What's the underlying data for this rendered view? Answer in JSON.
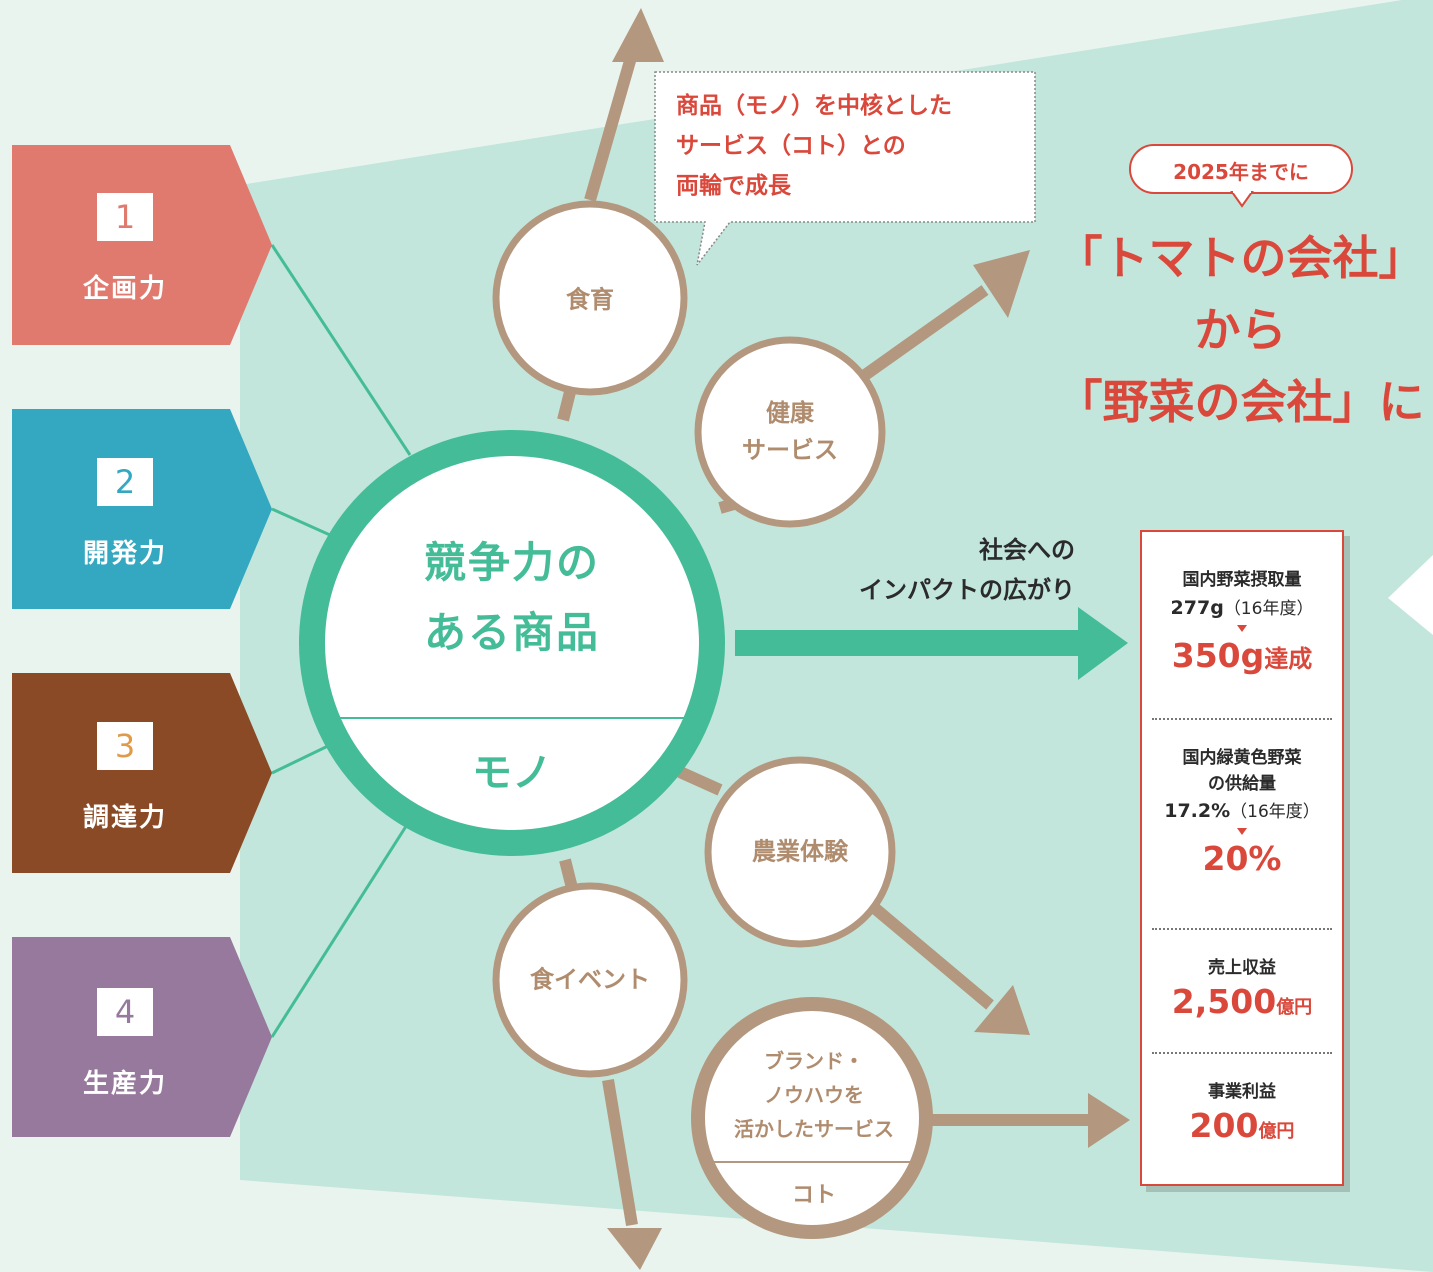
{
  "capabilities": [
    {
      "num": "1",
      "label": "企画力",
      "color": "#e07a6f",
      "num_color": "#e07a6f"
    },
    {
      "num": "2",
      "label": "開発力",
      "color": "#33a8c0",
      "num_color": "#33a8c0"
    },
    {
      "num": "3",
      "label": "調達力",
      "color": "#8a4a26",
      "num_color": "#e09a4a"
    },
    {
      "num": "4",
      "label": "生産力",
      "color": "#96799c",
      "num_color": "#96799c"
    }
  ],
  "center": {
    "line1": "競争力の",
    "line2": "ある商品",
    "bottom": "モノ"
  },
  "services": {
    "shokuiku": "食育",
    "kenko_1": "健康",
    "kenko_2": "サービス",
    "nogyo": "農業体験",
    "shoku_event": "食イベント",
    "brand_1": "ブランド・",
    "brand_2": "ノウハウを",
    "brand_3": "活かしたサービス",
    "koto": "コト"
  },
  "callout": {
    "line1": "商品（モノ）を中核とした",
    "line2": "サービス（コト）との",
    "line3": "両輪で成長"
  },
  "goal": {
    "badge": "2025年までに",
    "line1": "「トマトの会社」",
    "line2": "から",
    "line3": "「野菜の会社」に"
  },
  "impact": {
    "line1": "社会への",
    "line2": "インパクトの広がり"
  },
  "metrics": {
    "m1_label": "国内野菜摂取量",
    "m1_base": "277g",
    "m1_base_note": "（16年度）",
    "m1_target": "350g",
    "m1_target_suffix": "達成",
    "m2_label_1": "国内緑黄色野菜",
    "m2_label_2": "の供給量",
    "m2_base": "17.2%",
    "m2_base_note": "（16年度）",
    "m2_target": "20%",
    "m3_label": "売上収益",
    "m3_value": "2,500",
    "m3_unit": "億円",
    "m4_label": "事業利益",
    "m4_value": "200",
    "m4_unit": "億円"
  },
  "colors": {
    "green": "#44bc97",
    "brown": "#b3977e",
    "red": "#d9483b",
    "band": "#c3e6dc"
  }
}
